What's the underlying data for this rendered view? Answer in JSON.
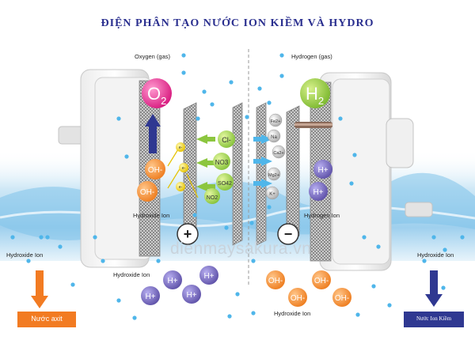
{
  "title": "ĐIỆN PHÂN TẠO NƯỚC ION KIỀM VÀ HYDRO",
  "labels": {
    "oxygen_gas": "Oxygen (gas)",
    "hydrogen_gas": "Hydrogen (gas)",
    "hydroxide_left_plate": "Hydroxide Ion",
    "hydrogen_right_plate": "Hydrogen Ion",
    "hydroxide_left_far": "Hydroxide Ion",
    "hydroxide_right_far": "Hydroxide Ion",
    "hydroxide_bottom_left": "Hydroxide Ion",
    "hydroxide_bottom_right": "Hydroxide Ion"
  },
  "molecules": {
    "o2_base": "O",
    "o2_sub": "2",
    "h2_base": "H",
    "h2_sub": "2"
  },
  "ions": {
    "oh": "OH-",
    "h_plus": "H+",
    "electron": "e-",
    "cl": "Cl-",
    "no3": "NO3",
    "so4": "SO42",
    "no2": "NO2",
    "fe": "Fe2+",
    "na": "Na",
    "ca": "Ca2+",
    "mg": "Mg2+",
    "k": "K+"
  },
  "electrodes": {
    "plus": "+",
    "minus": "−"
  },
  "outputs": {
    "left": "Nước axit",
    "right": "Nước Ion Kiềm"
  },
  "watermark": "dienmaysakura.vn",
  "colors": {
    "title": "#2a2f8f",
    "o2": "#e0308c",
    "h2": "#8cc63f",
    "oh": "#f39533",
    "h_plus": "#7468bd",
    "anion": "#8cc63f",
    "cation": "#9a9a9a",
    "acid_arrow": "#f27b22",
    "alkaline_arrow": "#2f3891",
    "bubble": "#4fb6ea"
  }
}
